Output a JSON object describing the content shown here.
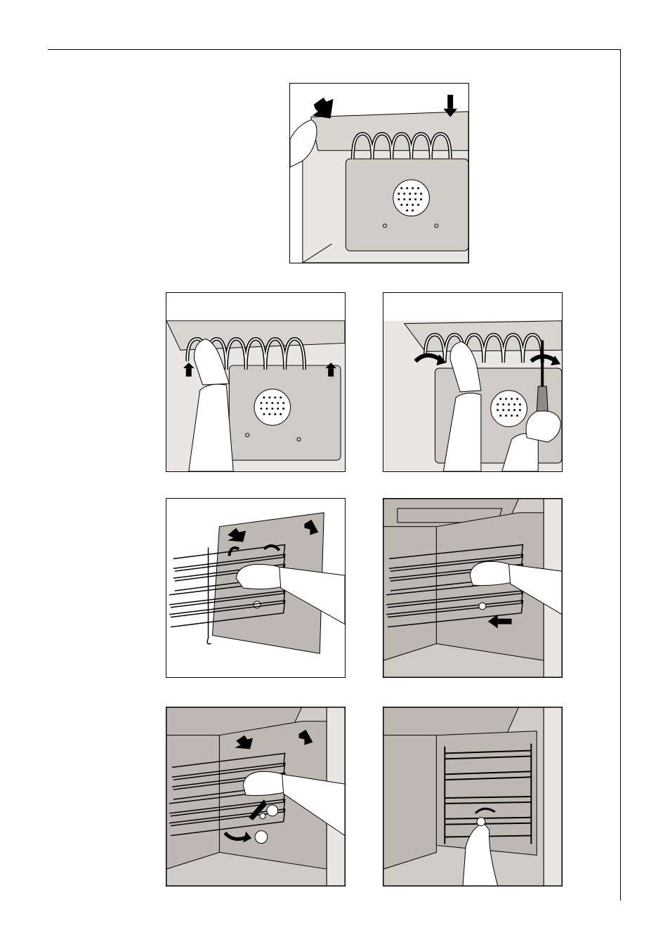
{
  "page": {
    "description_labels": []
  },
  "colors": {
    "line": "#000000",
    "wall_grey": "#cfccc6",
    "panel_grey": "#bdb9b2",
    "dark_grey": "#8e8a84",
    "paper": "#ffffff"
  },
  "figures": [
    {
      "id": "fig-1",
      "icon": "grill-element-lower-illustration"
    },
    {
      "id": "fig-2a",
      "icon": "grill-element-push-up-illustration"
    },
    {
      "id": "fig-2b",
      "icon": "grill-element-unscrew-illustration"
    },
    {
      "id": "fig-3a",
      "icon": "fan-cover-remove-illustration"
    },
    {
      "id": "fig-3b",
      "icon": "shelf-support-slide-illustration"
    },
    {
      "id": "fig-4a",
      "icon": "fan-cover-hook-illustration"
    },
    {
      "id": "fig-4b",
      "icon": "fan-cover-screw-illustration"
    }
  ]
}
